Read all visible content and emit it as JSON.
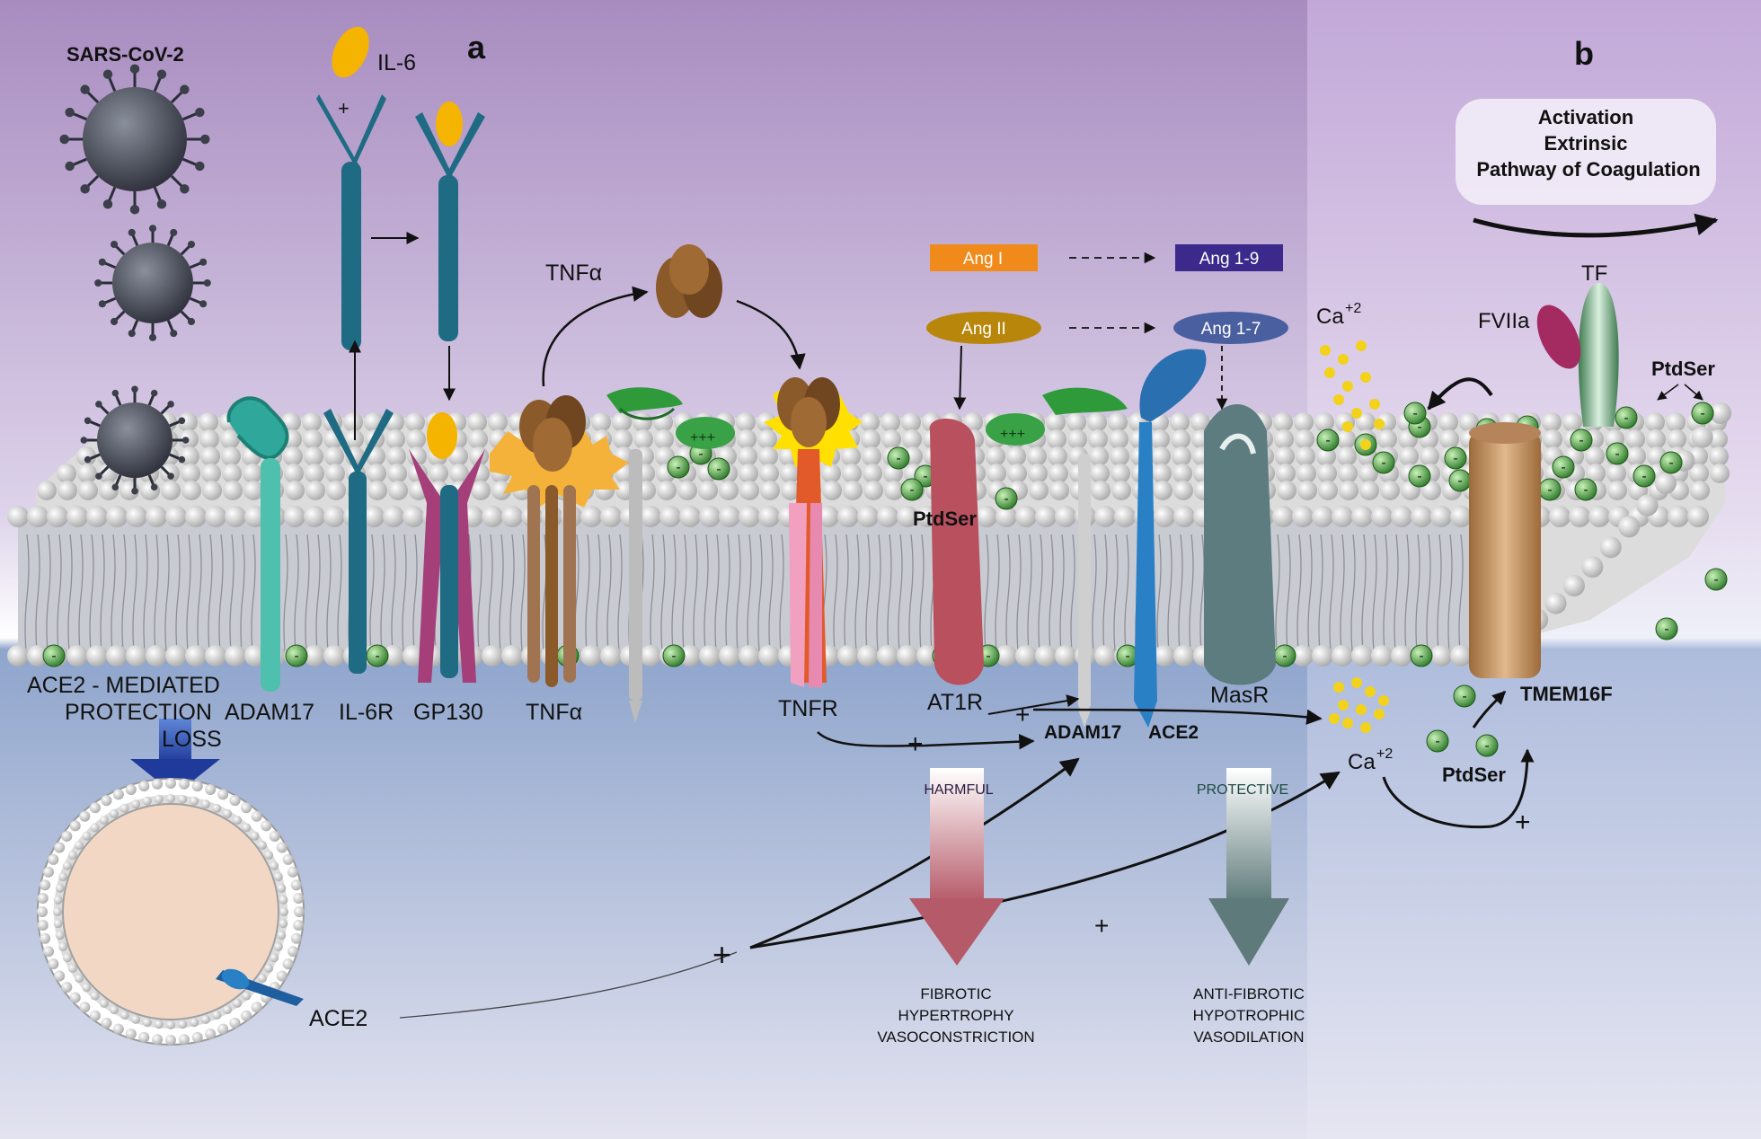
{
  "panels": {
    "a": "a",
    "b": "b"
  },
  "virus_label": "SARS-CoV-2",
  "ligands": {
    "il6": "IL-6",
    "tnfa": "TNFα"
  },
  "receptors": {
    "adam17": "ADAM17",
    "il6r": "IL-6R",
    "gp130": "GP130",
    "tnfa": "TNFα",
    "tnfr": "TNFR",
    "at1r": "AT1R",
    "adam17_bold": "ADAM17",
    "ace2_bold": "ACE2",
    "masr": "MasR",
    "tmem16f": "TMEM16F"
  },
  "angiotensin": {
    "ang1": "Ang I",
    "ang19": "Ang 1-9",
    "ang2": "Ang II",
    "ang17": "Ang 1-7",
    "colors": {
      "ang1": "#f08a1a",
      "ang19": "#3b2a8c",
      "ang2": "#b8860b",
      "ang17": "#4a5fa0"
    }
  },
  "lipids": {
    "ptdser_membrane": "PtdSer",
    "ptdser_top": "PtdSer",
    "ptdser_bottom": "PtdSer"
  },
  "ions": {
    "ca_top": "Ca",
    "ca_bottom": "Ca",
    "charge": "+2"
  },
  "coagulation": {
    "box_lines": [
      "Activation",
      "Extrinsic",
      "Pathway of Coagulation"
    ],
    "tf": "TF",
    "fviia": "FVIIa"
  },
  "protection_loss": [
    "ACE2 - MEDIATED",
    "PROTECTION",
    "LOSS"
  ],
  "vesicle_ace2": "ACE2",
  "outcomes": {
    "harmful": "HARMFUL",
    "protective": "PROTECTIVE",
    "harmful_lines": [
      "FIBROTIC",
      "HYPERTROPHY",
      "VASOCONSTRICTION"
    ],
    "protective_lines": [
      "ANTI-FIBROTIC",
      "HYPOTROPHIC",
      "VASODILATION"
    ]
  },
  "signs": {
    "plus": "+",
    "minus": "-",
    "triple_plus": "+++"
  }
}
